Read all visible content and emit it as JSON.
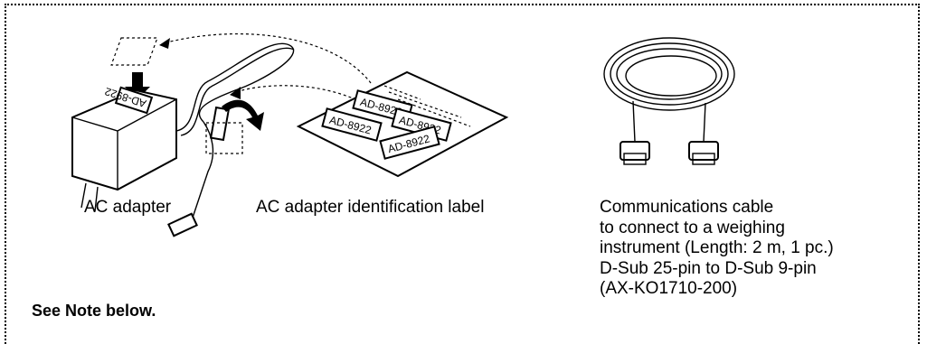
{
  "items": [
    {
      "caption": "AC adapter"
    },
    {
      "caption": "AC adapter identification label",
      "label_text": "AD-8922"
    },
    {
      "caption_lines": [
        "Communications cable",
        "to connect to a weighing",
        "instrument (Length: 2 m, 1 pc.)",
        "D-Sub 25-pin to D-Sub 9-pin",
        "(AX-KO1710-200)"
      ]
    }
  ],
  "note": "See Note below."
}
